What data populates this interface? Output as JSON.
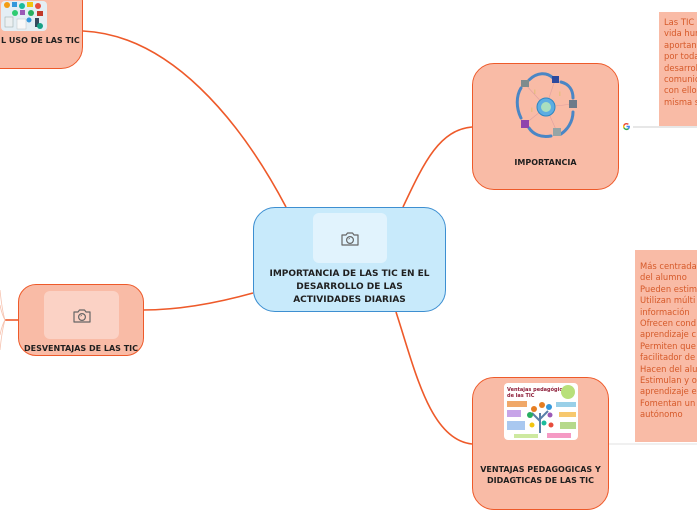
{
  "central": {
    "label_lines": [
      "IMPORTANCIA DE LAS TIC EN EL",
      "DESARROLLO DE LAS",
      "ACTIVIDADES DIARIAS"
    ],
    "image_icon": "camera-icon"
  },
  "branches": {
    "uso": {
      "label": "L USO DE LAS TIC",
      "image": "tic-apps-collage"
    },
    "desventajas": {
      "label": "DESVENTAJAS DE LAS TIC",
      "image_icon": "camera-icon"
    },
    "importancia": {
      "label": "IMPORTANCIA",
      "image": "tic-network-cycle"
    },
    "ventajas": {
      "label_lines": [
        "VENTAJAS PEDAGOGICAS Y",
        "DIDAGTICAS DE LAS TIC"
      ],
      "image": "ventajas-pedagogicas-infographic",
      "image_title_lines": [
        "Ventajas pedagógicas",
        "de las TIC"
      ]
    }
  },
  "notes": {
    "importancia": {
      "lines": [
        "Las TIC i",
        "vida hum",
        "aportan",
        "por toda",
        "desarrol",
        "comunic",
        "con ello",
        "misma s"
      ],
      "link_icon": "google-icon"
    },
    "ventajas": {
      "lines": [
        "Más centrada",
        "del alumno",
        "Pueden estim",
        "Utilizan múlti",
        "información",
        "Ofrecen cond",
        "aprendizaje c",
        "Permiten que",
        "facilitador de",
        "Hacen del alu",
        "Estimulan y o",
        "aprendizaje e",
        "Fomentan un",
        "autónomo"
      ]
    }
  },
  "colors": {
    "branch_fill": "#f9bba6",
    "branch_border": "#ee5a2a",
    "central_fill": "#c8eafb",
    "central_border": "#3d8fd1",
    "note_text": "#d65a2a",
    "connector": "#ee5a2a"
  }
}
